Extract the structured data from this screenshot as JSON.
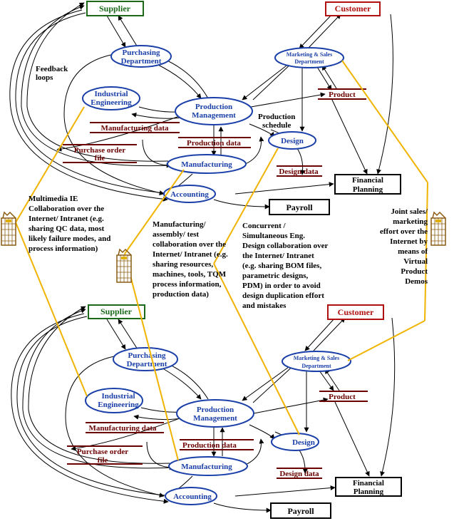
{
  "top": {
    "supplier": "Supplier",
    "customer": "Customer",
    "purchasing": [
      "Purchasing",
      "Department"
    ],
    "marketing": [
      "Marketing & Sales",
      "Department"
    ],
    "ie": [
      "Industrial",
      "Engineering"
    ],
    "production_mgmt": [
      "Production",
      "Management"
    ],
    "product": "Product",
    "manufacturing_data": "Manufacturing data",
    "production_schedule": [
      "Production",
      "schedule"
    ],
    "purchase_order_file": [
      "Purchase order",
      "file"
    ],
    "production_data": "Production data",
    "design": "Design",
    "manufacturing": "Manufacturing",
    "design_data": "Design data",
    "financial_planning": [
      "Financial",
      "Planning"
    ],
    "accounting": "Accounting",
    "payroll": "Payroll",
    "feedback_loops": [
      "Feedback",
      "loops"
    ]
  },
  "bottom": {
    "supplier": "Supplier",
    "customer": "Customer",
    "purchasing": [
      "Purchasing",
      "Department"
    ],
    "marketing": [
      "Marketing & Sales",
      "Department"
    ],
    "ie": [
      "Industrial",
      "Engineering"
    ],
    "production_mgmt": [
      "Production",
      "Management"
    ],
    "product": "Product",
    "manufacturing_data": "Manufacturing data",
    "purchase_order_file": [
      "Purchase order",
      "file"
    ],
    "production_data": "Production data",
    "design": "Design",
    "manufacturing": "Manufacturing",
    "design_data": "Design data",
    "financial_planning": [
      "Financial",
      "Planning"
    ],
    "accounting": "Accounting",
    "payroll": "Payroll"
  },
  "notes": {
    "ie_collab": "Multimedia IE Collaboration over the Internet/ Intranet (e.g. sharing QC data, most likely failure modes, and process information)",
    "mfg_collab": "Manufacturing/ assembly/ test collaboration over the Internet/ Intranet (e.g. sharing resources, machines, tools, TQM process information, production data)",
    "design_collab": "Concurrent / Simultaneous Eng. Design collaboration over the Internet/ Intranet (e.g. sharing BOM files, parametric designs, PDM) in order to avoid design duplication effort and mistakes",
    "marketing_collab": "Joint sales/ marketing effort over the Internet by means of Virtual Product Demos"
  },
  "colors": {
    "dept_blue": "#1a3fa8",
    "supplier_green": "#1a6a1a",
    "customer_red": "#b01010",
    "data_dark_red": "#6b0000",
    "collab_line_yellow": "#f0b400"
  },
  "icons": [
    "building-icon",
    "building-icon",
    "building-icon"
  ]
}
